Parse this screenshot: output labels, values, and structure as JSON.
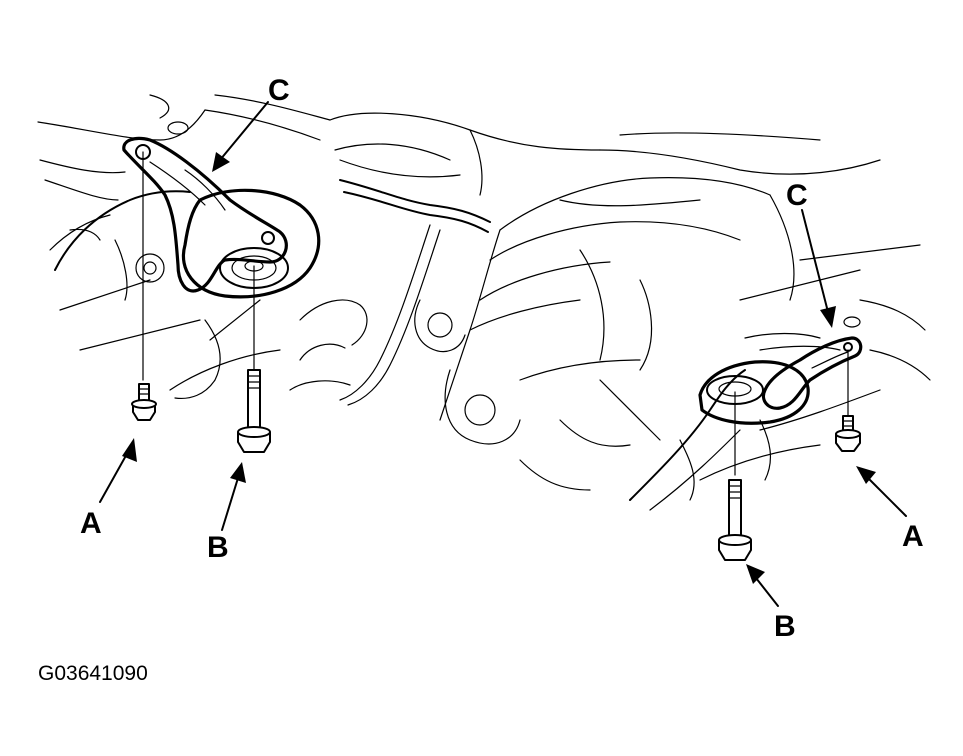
{
  "labels": {
    "left_a": "A",
    "left_b": "B",
    "left_c": "C",
    "right_a": "A",
    "right_b": "B",
    "right_c": "C"
  },
  "figure_code": "G03641090"
}
